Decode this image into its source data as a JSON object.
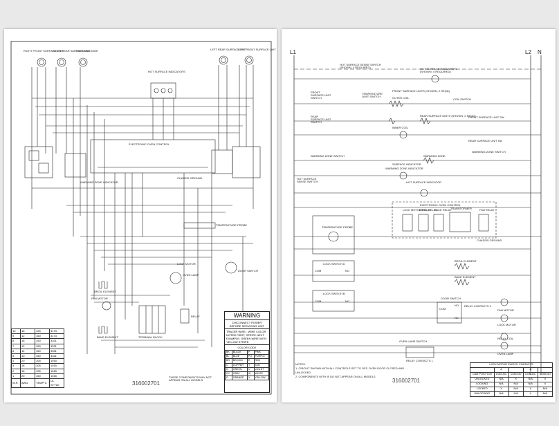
{
  "left_sheet": {
    "drawing_number": "316002701",
    "surface_units": [
      {
        "label": "RIGHT FRONT SURFACE UNIT"
      },
      {
        "label": "RIGHT REAR SURFACE UNIT"
      },
      {
        "label": "WARMING ZONE"
      },
      {
        "label": "LEFT REAR SURFACE UNIT"
      },
      {
        "label": "LEFT FRONT SURFACE UNIT"
      }
    ],
    "labels": {
      "hot_surface": "HOT SURFACE INDICATORS",
      "electronic_oven_control": "ELECTRONIC OVEN CONTROL",
      "warming_zone_indicator": "WARMING ZONE INDICATOR",
      "temperature_probe": "TEMPERATURE PROBE",
      "lock_motor": "LOCK MOTOR",
      "oven_lamp": "OVEN LAMP",
      "door_switch": "DOOR SWITCH",
      "broil_element": "BROIL ELEMENT",
      "fan_motor": "FAN MOTOR",
      "bake_element": "BAKE ELEMENT",
      "terminal_block": "TERMINAL BLOCK",
      "relay": "RELAY",
      "chassis_ground": "CHASSIS GROUND"
    },
    "warning": {
      "title": "WARNING",
      "line1": "DISCONNECT POWER",
      "line2": "BEFORE SERVICING UNIT",
      "body": "TRACER WIRE - WIRE COLOR NOTED FIRST, STRIPE NEXT. EXAMPLE: GREEN WIRE WITH YELLOW STRIPE."
    },
    "color_code": {
      "title": "COLOR CODE",
      "rows": [
        [
          "BK",
          "BLACK",
          "P",
          "PINK"
        ],
        [
          "BL",
          "BLUE",
          "PU",
          "PURPLE"
        ],
        [
          "BR",
          "BROWN",
          "R",
          "RED"
        ],
        [
          "C",
          "COPPER",
          "T",
          "TAN"
        ],
        [
          "G",
          "GREEN",
          "V",
          "VIOLET"
        ],
        [
          "GY",
          "GRAY",
          "W",
          "WHITE"
        ],
        [
          "O",
          "ORANGE",
          "Y",
          "YELLOW"
        ]
      ]
    },
    "footnote": "THESE COMPONENTS MAY NOT APPEAR ON ALL MODELS",
    "wire_table": {
      "headers": [
        "W.R.",
        "AWG",
        "TEMP°C",
        "UL STYLE"
      ],
      "rows": [
        [
          "10",
          "16",
          "125",
          "3173"
        ],
        [
          "9",
          "12",
          "150",
          "3173"
        ],
        [
          "8",
          "18",
          "150",
          "3321"
        ],
        [
          "7",
          "12",
          "150",
          "3321"
        ],
        [
          "6",
          "14",
          "150",
          "3321"
        ],
        [
          "5",
          "10",
          "150",
          "3321"
        ],
        [
          "4",
          "20",
          "105",
          "1015"
        ],
        [
          "3",
          "18",
          "105",
          "1015"
        ],
        [
          "2",
          "16",
          "105",
          "1015"
        ],
        [
          "1",
          "20",
          "150",
          "1015"
        ]
      ]
    }
  },
  "right_sheet": {
    "drawing_number": "316002701",
    "rails": {
      "l1": "L1",
      "l2": "L2",
      "n": "N"
    },
    "labels": {
      "hot_surface_sense": "HOT SURFACE SENSE SWITCH (SHOWN, 4 REQUIRED)",
      "hot_surface_indicators": "HOT SURFACE INDICATORS (SHOWN, 4 REQUIRED)",
      "front_surface_unit_switch": "FRONT SURFACE UNIT SWITCH",
      "temp_limit_switch": "TEMPERATURE LIMIT SWITCH",
      "front_surface_units": "FRONT SURFACE UNITS (SHOWN, 2 REQD)",
      "outer_coil": "OUTER COIL",
      "inner_coil": "INNER COIL",
      "coil_switch": "COIL SWITCH",
      "front_surface_unit_sw": "FRONT SURFACE UNIT SW",
      "rear_surface_unit_switch": "REAR SURFACE UNIT SWITCH",
      "rear_surface_units": "REAR SURFACE UNITS (SHOWN, 2 REQD)",
      "rear_surface_unit_sw": "REAR SURFACE UNIT SW",
      "surface_indicator": "SURFACE INDICATOR",
      "warming_zone_switch": "WARMING ZONE SWITCH",
      "warming_zone": "WARMING ZONE",
      "warming_zone_indicator": "WARMING ZONE INDICATOR",
      "hot_surface_sense_switch": "HOT SURFACE SENSE SWITCH",
      "hot_surface_indicator": "HOT SURFACE INDICATOR",
      "electronic_oven_control": "ELECTRONIC OVEN CONTROL",
      "lock_motor_relay": "LOCK MOTOR RELAY",
      "broil_relay": "BROIL RELAY",
      "bake_relay": "BAKE RELAY",
      "transformer": "TRANSFORMER",
      "fan_relay": "FAN RELAY",
      "temperature_probe": "TEMPERATURE PROBE",
      "chassis_ground": "CHASSIS GROUND",
      "lock_switch_a": "LOCK SWITCH A",
      "lock_switch_b": "LOCK SWITCH B",
      "broil_element": "BROIL ELEMENT",
      "bake_element": "BAKE ELEMENT",
      "relay_contacts_2": "RELAY CONTACTS 2",
      "fan_motor": "FAN MOTOR",
      "door_switch": "DOOR SWITCH",
      "lock_motor": "LOCK MOTOR",
      "relay_coil": "RELAY COIL",
      "oven_lamp_switch": "OVEN LAMP SWITCH",
      "oven_lamp": "OVEN LAMP",
      "relay_contacts_1": "RELAY CONTACTS 1",
      "com": "COM",
      "no": "NO",
      "nc": "NC"
    },
    "notes": {
      "title": "NOTES:",
      "n1": "1.  CIRCUIT SHOWN WITH ALL CONTROLS SET TO OFF, OVEN DOOR CLOSED AND UNLOCKED.",
      "n2": "2.  COMPONENTS WITH  ⊛  DO NOT APPEAR ON ALL MODELS."
    },
    "switch_table": {
      "title": "LOCK MOTOR SWITCH CONTACTS",
      "headers": [
        "CAM POSITION",
        "COM-NC",
        "COM-NO",
        "COM-NC",
        "COM-NO"
      ],
      "sub": [
        "",
        "A",
        "",
        "B",
        ""
      ],
      "rows": [
        [
          "UNLOCKED",
          "N/A",
          "X",
          "N/A",
          "X"
        ],
        [
          "LOCKING",
          "N/A",
          "N/A",
          "N/A",
          "X"
        ],
        [
          "LOCKED",
          "X",
          "N/A",
          "X",
          "N/A"
        ],
        [
          "UNLOCKING",
          "N/A",
          "N/A",
          "X",
          "N/A"
        ]
      ]
    }
  }
}
